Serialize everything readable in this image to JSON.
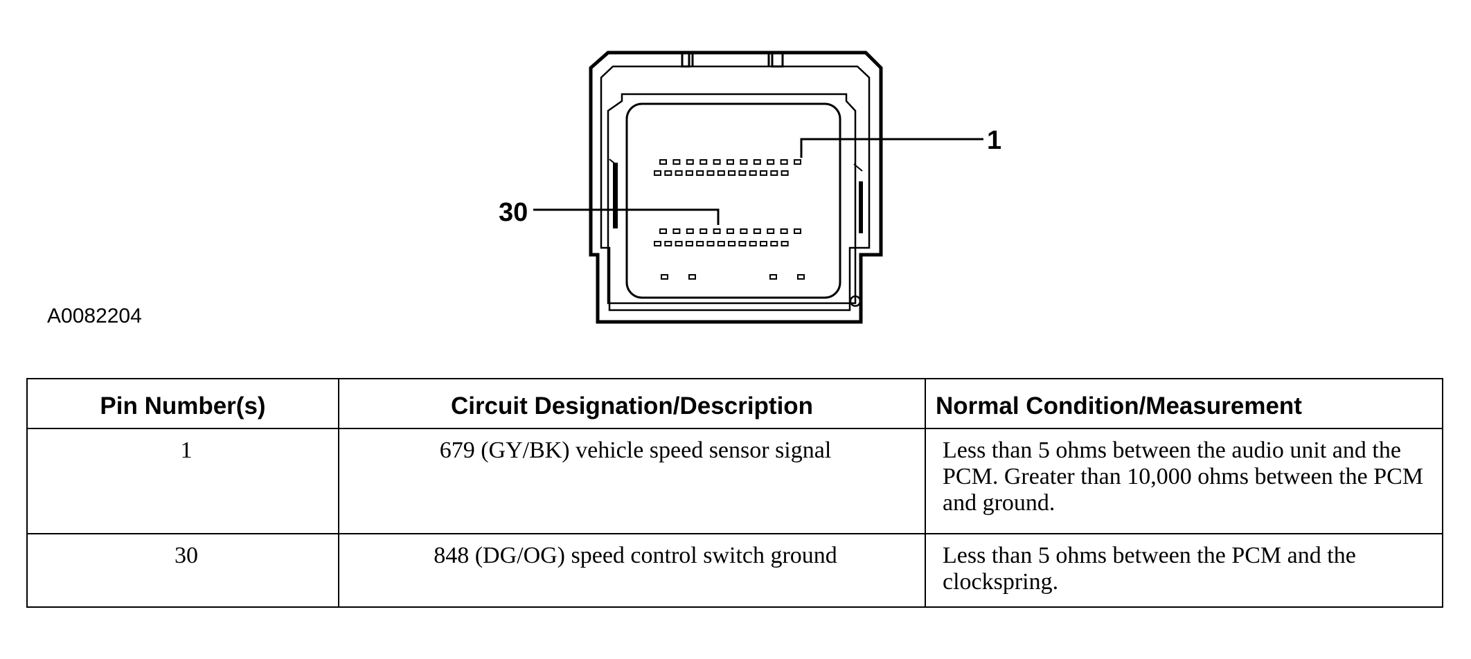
{
  "diagram": {
    "figure_id": "A0082204",
    "callouts": [
      {
        "label": "1"
      },
      {
        "label": "30"
      }
    ]
  },
  "table": {
    "headers": {
      "pin": "Pin Number(s)",
      "circuit": "Circuit Designation/Description",
      "condition": "Normal Condition/Measurement"
    },
    "rows": [
      {
        "pin": "1",
        "circuit": "679 (GY/BK) vehicle speed sensor signal",
        "condition": "Less than 5 ohms between the audio unit and the PCM. Greater than 10,000 ohms between the PCM and ground."
      },
      {
        "pin": "30",
        "circuit": "848 (DG/OG) speed control switch ground",
        "condition": "Less than 5 ohms between the PCM and the clockspring."
      }
    ]
  }
}
